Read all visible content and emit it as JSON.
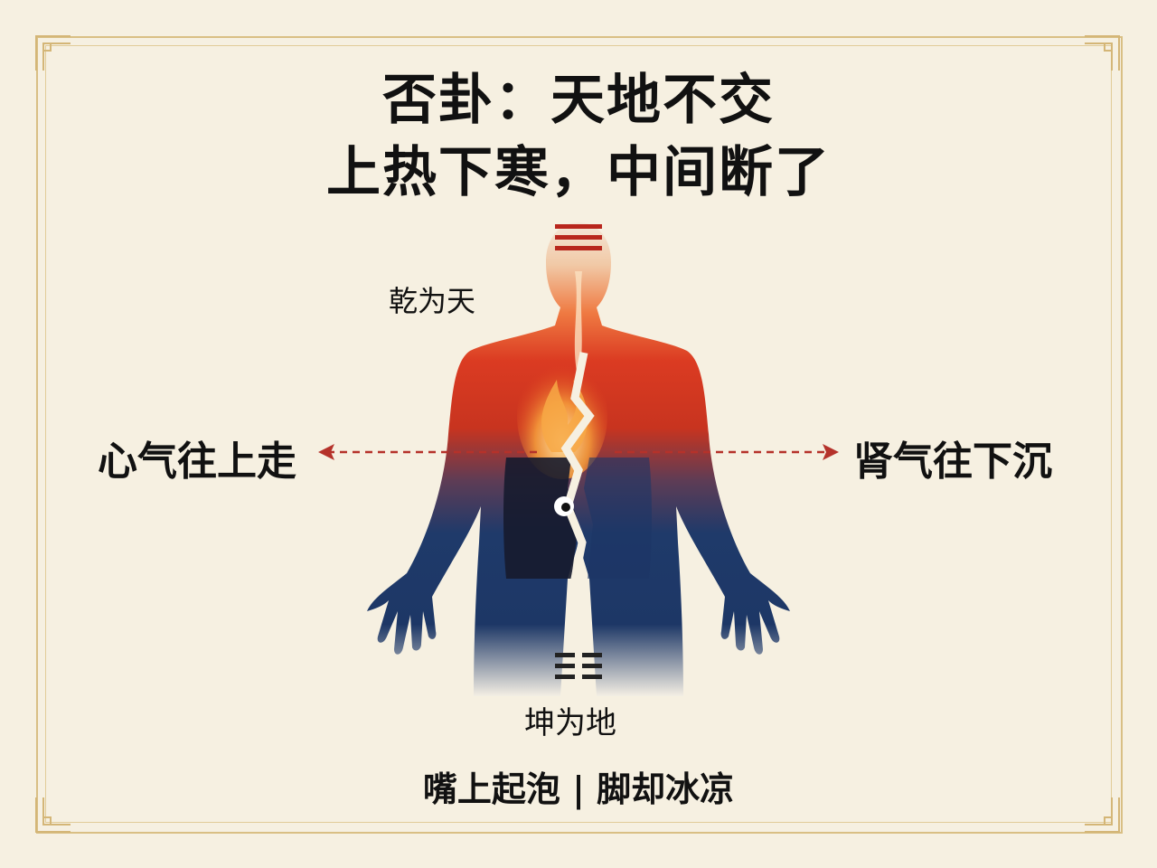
{
  "title": {
    "line1": "否卦：天地不交",
    "line2": "上热下寒，中间断了"
  },
  "labels": {
    "upper_trigram": "乾为天",
    "lower_trigram": "坤为地",
    "left_arrow": "心气往上走",
    "right_arrow": "肾气往下沉",
    "bottom": "嘴上起泡 | 脚却冰凉"
  },
  "icons": {
    "upper": "qian-trigram-icon",
    "lower": "kun-trigram-icon"
  },
  "colors": {
    "background": "#f6f0e1",
    "frame": "#d9bf84",
    "hot": "#d8331f",
    "fire": "#f6a13a",
    "cold": "#1d3766",
    "arrow": "#b5322a"
  }
}
